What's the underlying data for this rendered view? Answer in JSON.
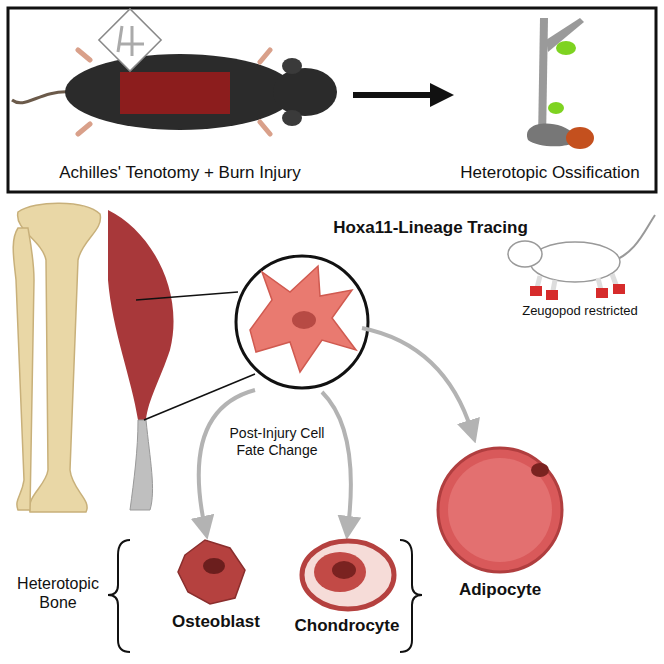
{
  "diagram": {
    "nodes": [
      {
        "text": [
          "Achilles' Tenotomy + Burn Injury"
        ]
      },
      {
        "text": [
          "Heterotopic Ossification"
        ]
      }
    ],
    "edges": [
      {
        "from": 0,
        "to": 1,
        "arrow": "to"
      }
    ],
    "labels": [
      "Hoxa11-Lineage Tracing",
      "Zeugopod restricted",
      "Post-Injury Cell Fate Change",
      "Heterotopic Bone",
      "Osteoblast",
      "Chondrocyte",
      "Adipocyte"
    ]
  }
}
